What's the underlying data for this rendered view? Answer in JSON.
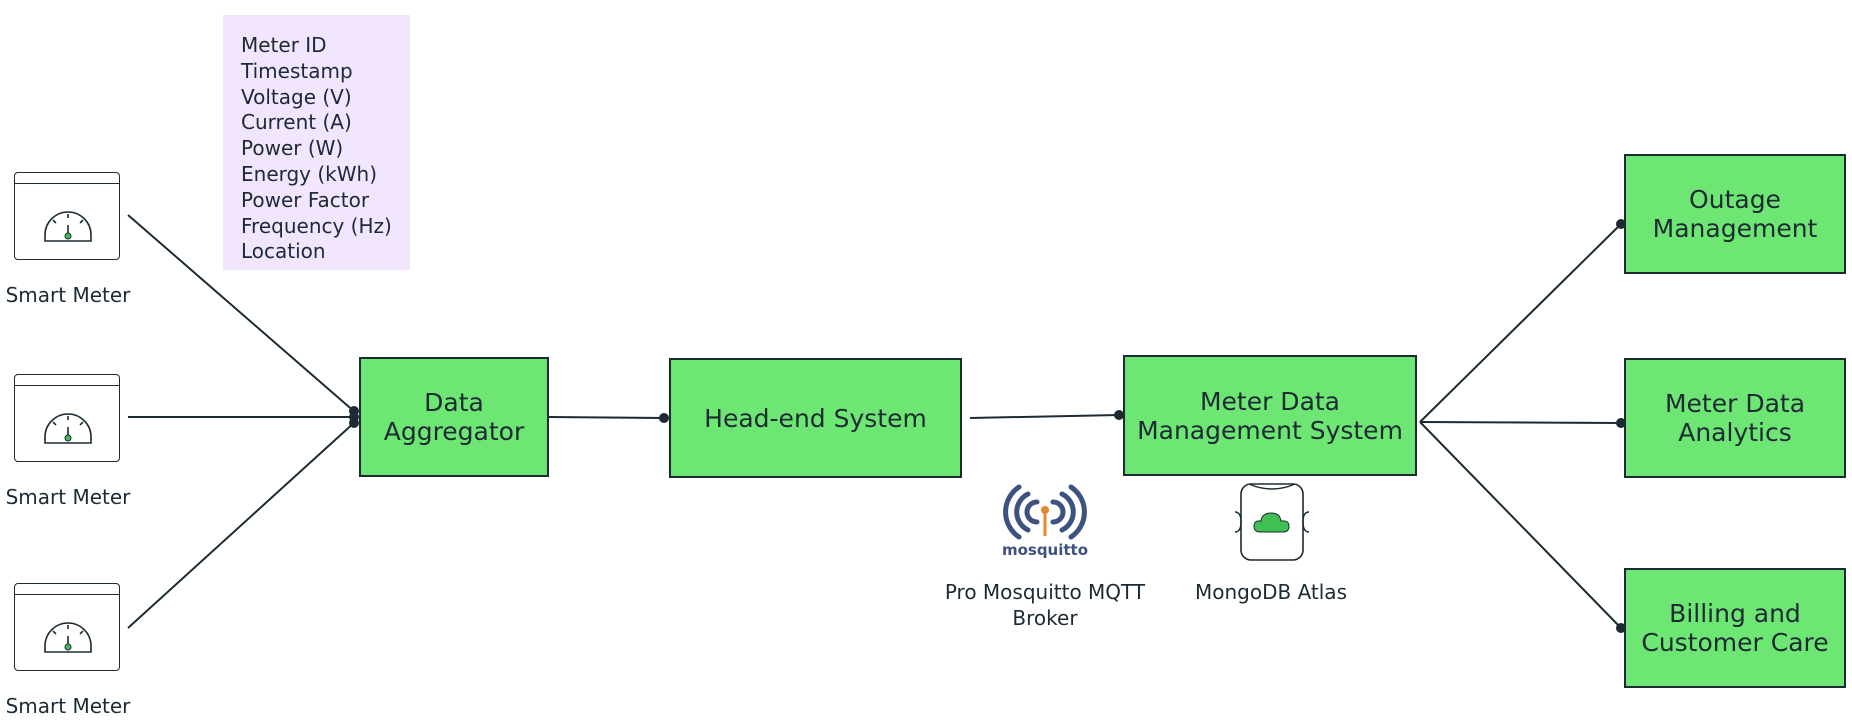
{
  "fields_box": {
    "items": [
      "Meter ID",
      "Timestamp",
      "Voltage (V)",
      "Current (A)",
      "Power (W)",
      "Energy (kWh)",
      "Power Factor",
      "Frequency (Hz)",
      "Location"
    ]
  },
  "meters": [
    {
      "label": "Smart Meter"
    },
    {
      "label": "Smart Meter"
    },
    {
      "label": "Smart Meter"
    }
  ],
  "nodes": {
    "aggregator": "Data\nAggregator",
    "headend": "Head-end System",
    "mdms": "Meter Data\nManagement System",
    "outage": "Outage\nManagement",
    "analytics": "Meter Data\nAnalytics",
    "billing": "Billing and\nCustomer Care"
  },
  "tools": {
    "mqtt_logo_text": "mosquitto",
    "mqtt_label": "Pro Mosquitto MQTT\nBroker",
    "mongo_label": "MongoDB Atlas"
  },
  "colors": {
    "node_fill": "#6ee673",
    "stroke": "#1c2b33",
    "fields_bg": "#f2e6fd",
    "mosquitto_blue": "#3c5280",
    "mosquitto_orange": "#e8862b",
    "mongo_green": "#3fbf54"
  }
}
